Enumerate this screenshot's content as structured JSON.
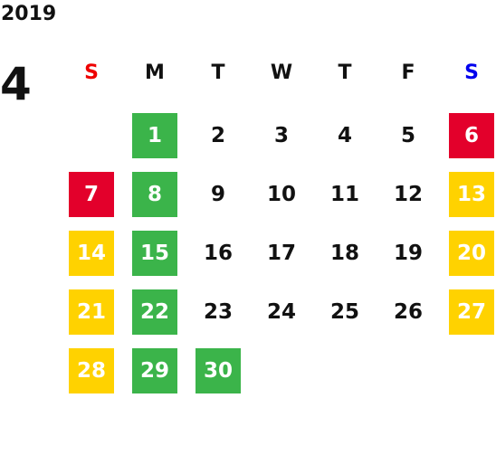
{
  "calendar": {
    "year": "2019",
    "month": "4",
    "weekdays": [
      {
        "label": "S",
        "color": "#ee0000"
      },
      {
        "label": "M",
        "color": "#111111"
      },
      {
        "label": "T",
        "color": "#111111"
      },
      {
        "label": "W",
        "color": "#111111"
      },
      {
        "label": "T",
        "color": "#111111"
      },
      {
        "label": "F",
        "color": "#111111"
      },
      {
        "label": "S",
        "color": "#0000ee"
      }
    ],
    "colors": {
      "green": "#3bb44a",
      "red": "#e3002b",
      "yellow": "#ffd200"
    },
    "days": [
      {
        "day": "1",
        "row": 0,
        "col": 1,
        "style": "green"
      },
      {
        "day": "2",
        "row": 0,
        "col": 2,
        "style": "plain"
      },
      {
        "day": "3",
        "row": 0,
        "col": 3,
        "style": "plain"
      },
      {
        "day": "4",
        "row": 0,
        "col": 4,
        "style": "plain"
      },
      {
        "day": "5",
        "row": 0,
        "col": 5,
        "style": "plain"
      },
      {
        "day": "6",
        "row": 0,
        "col": 6,
        "style": "red"
      },
      {
        "day": "7",
        "row": 1,
        "col": 0,
        "style": "red"
      },
      {
        "day": "8",
        "row": 1,
        "col": 1,
        "style": "green"
      },
      {
        "day": "9",
        "row": 1,
        "col": 2,
        "style": "plain"
      },
      {
        "day": "10",
        "row": 1,
        "col": 3,
        "style": "plain"
      },
      {
        "day": "11",
        "row": 1,
        "col": 4,
        "style": "plain"
      },
      {
        "day": "12",
        "row": 1,
        "col": 5,
        "style": "plain"
      },
      {
        "day": "13",
        "row": 1,
        "col": 6,
        "style": "yellow"
      },
      {
        "day": "14",
        "row": 2,
        "col": 0,
        "style": "yellow"
      },
      {
        "day": "15",
        "row": 2,
        "col": 1,
        "style": "green"
      },
      {
        "day": "16",
        "row": 2,
        "col": 2,
        "style": "plain"
      },
      {
        "day": "17",
        "row": 2,
        "col": 3,
        "style": "plain"
      },
      {
        "day": "18",
        "row": 2,
        "col": 4,
        "style": "plain"
      },
      {
        "day": "19",
        "row": 2,
        "col": 5,
        "style": "plain"
      },
      {
        "day": "20",
        "row": 2,
        "col": 6,
        "style": "yellow"
      },
      {
        "day": "21",
        "row": 3,
        "col": 0,
        "style": "yellow"
      },
      {
        "day": "22",
        "row": 3,
        "col": 1,
        "style": "green"
      },
      {
        "day": "23",
        "row": 3,
        "col": 2,
        "style": "plain"
      },
      {
        "day": "24",
        "row": 3,
        "col": 3,
        "style": "plain"
      },
      {
        "day": "25",
        "row": 3,
        "col": 4,
        "style": "plain"
      },
      {
        "day": "26",
        "row": 3,
        "col": 5,
        "style": "plain"
      },
      {
        "day": "27",
        "row": 3,
        "col": 6,
        "style": "yellow"
      },
      {
        "day": "28",
        "row": 4,
        "col": 0,
        "style": "yellow"
      },
      {
        "day": "29",
        "row": 4,
        "col": 1,
        "style": "green"
      },
      {
        "day": "30",
        "row": 4,
        "col": 2,
        "style": "green"
      }
    ]
  }
}
